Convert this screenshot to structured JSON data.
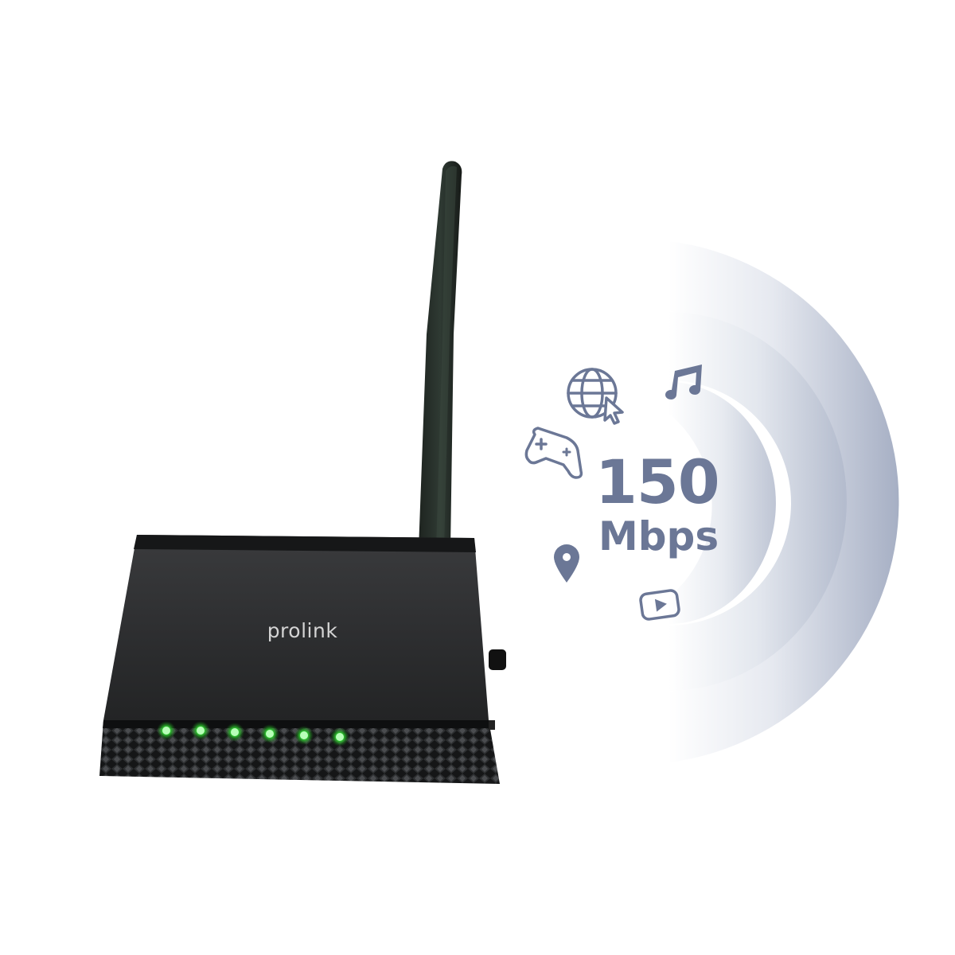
{
  "product": {
    "brand_label": "prolink",
    "speed_value": "150",
    "speed_unit": "Mbps",
    "led_count": 6,
    "led_color": "#30d030",
    "body_color": "#2b2c2d",
    "accent_color": "#6b7796"
  },
  "icons": [
    "globe-cursor-icon",
    "music-note-icon",
    "gamepad-icon",
    "location-pin-icon",
    "video-play-icon"
  ]
}
